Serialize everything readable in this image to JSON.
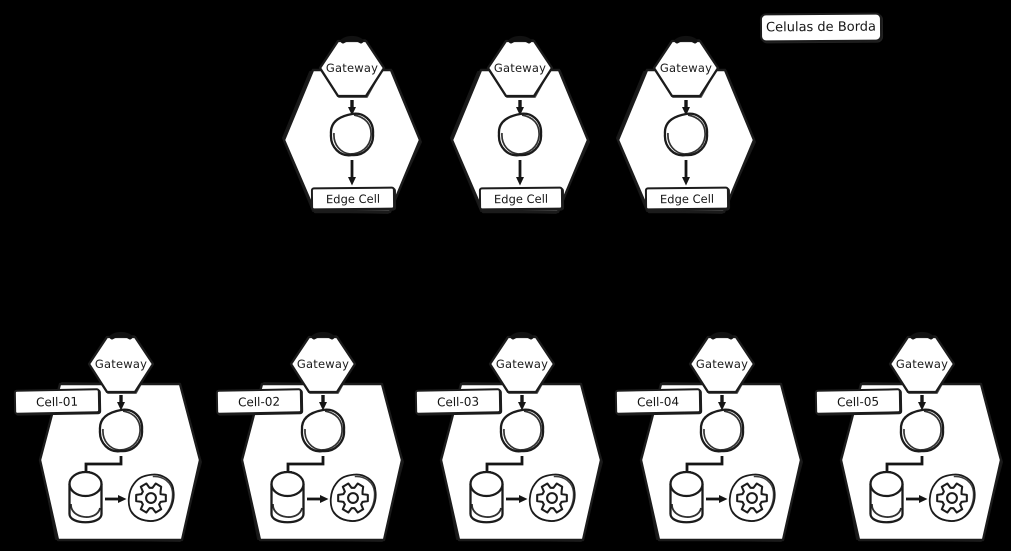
{
  "title": "Celulas de Borda",
  "edge_cells": [
    {
      "gateway": "Gateway",
      "label": "Edge Cell"
    },
    {
      "gateway": "Gateway",
      "label": "Edge Cell"
    },
    {
      "gateway": "Gateway",
      "label": "Edge Cell"
    }
  ],
  "cells": [
    {
      "gateway": "Gateway",
      "label": "Cell-01"
    },
    {
      "gateway": "Gateway",
      "label": "Cell-02"
    },
    {
      "gateway": "Gateway",
      "label": "Cell-03"
    },
    {
      "gateway": "Gateway",
      "label": "Cell-04"
    },
    {
      "gateway": "Gateway",
      "label": "Cell-05"
    }
  ],
  "icons": {
    "gateway": "hexagon-badge-icon",
    "service": "scribble-circle-icon",
    "storage": "database-cylinder-icon",
    "engine": "gear-icon"
  },
  "colors": {
    "background": "#000000",
    "shape_fill": "#ffffff",
    "stroke": "#1b1b1b",
    "text": "#141414"
  }
}
